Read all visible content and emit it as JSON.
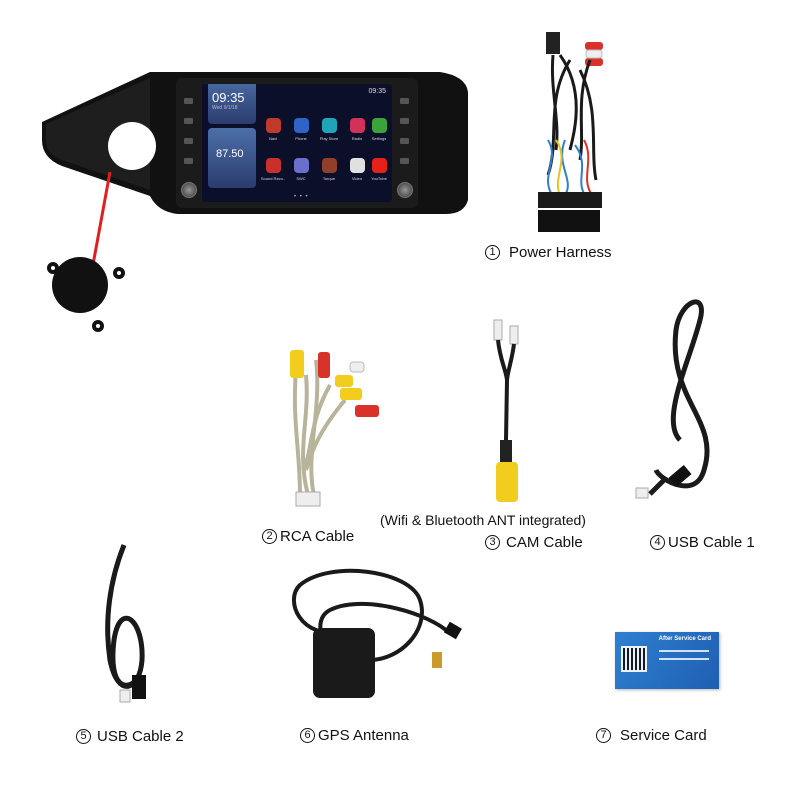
{
  "head_unit": {
    "status_time": "09:35",
    "clock": "09:35",
    "date": "Wed 9/1/18",
    "radio_frequency": "87.50",
    "apps": [
      "Navi",
      "Phone",
      "Play Store",
      "Radio",
      "Settings",
      "Sound Reco..",
      "SWC",
      "Torque",
      "Video",
      "YouTube"
    ]
  },
  "items": [
    {
      "number": "1",
      "label": "Power Harness"
    },
    {
      "number": "2",
      "label": "RCA Cable"
    },
    {
      "number": "3",
      "label": "CAM Cable"
    },
    {
      "number": "4",
      "label": "USB Cable 1"
    },
    {
      "number": "5",
      "label": "USB Cable 2"
    },
    {
      "number": "6",
      "label": "GPS Antenna"
    },
    {
      "number": "7",
      "label": "Service Card"
    }
  ],
  "note": "(Wifi & Bluetooth ANT integrated)",
  "service_card_title": "After Service Card",
  "colors": {
    "cable_black": "#1a1a1a",
    "rca_red": "#d9322b",
    "rca_yellow": "#f2cd1d",
    "rca_white": "#eeeeee",
    "card_blue": "#2f7fd0",
    "accent_red": "#e02020"
  }
}
